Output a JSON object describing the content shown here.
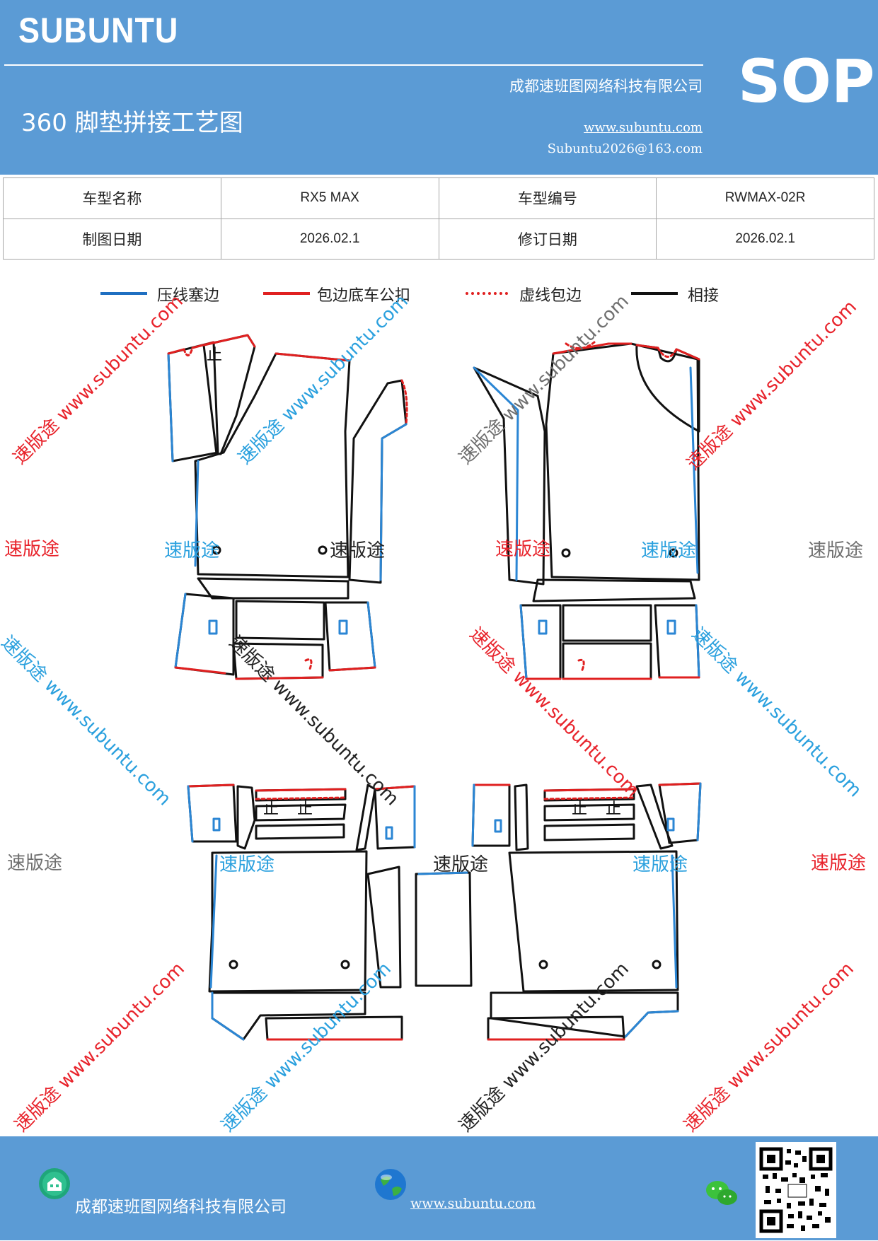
{
  "header": {
    "brand": "SUBUNTU",
    "title": "360 脚垫拼接工艺图",
    "company": "成都速班图网络科技有限公司",
    "website": "www.subuntu.com",
    "email": "Subuntu2026@163.com",
    "badge": "SOP"
  },
  "info_table": {
    "model_name_label": "车型名称",
    "model_name_value": "RX5 MAX",
    "model_code_label": "车型编号",
    "model_code_value": "RWMAX-02R",
    "draw_date_label": "制图日期",
    "draw_date_value": "2026.02.1",
    "revise_date_label": "修订日期",
    "revise_date_value": "2026.02.1"
  },
  "legend": [
    {
      "label": "压线塞边",
      "color": "#1f6fc1",
      "style": "solid"
    },
    {
      "label": "包边底车公扣",
      "color": "#e02020",
      "style": "solid"
    },
    {
      "label": "虚线包边",
      "color": "#e02020",
      "style": "dotted"
    },
    {
      "label": "相接",
      "color": "#111111",
      "style": "solid"
    }
  ],
  "diagram": {
    "stop_mark": "止",
    "colors": {
      "blue": "#2b86d4",
      "red": "#e02020",
      "black": "#111111"
    }
  },
  "watermarks": {
    "brand": "速版途",
    "url": "www.subuntu.com",
    "brand_url": "速版途 www.subuntu.com",
    "colors": {
      "red": "#e8232b",
      "blue": "#2aa0de",
      "gray": "#6f6f6f",
      "black": "#222222"
    }
  },
  "footer": {
    "company": "成都速班图网络科技有限公司",
    "website": "www.subuntu.com"
  }
}
